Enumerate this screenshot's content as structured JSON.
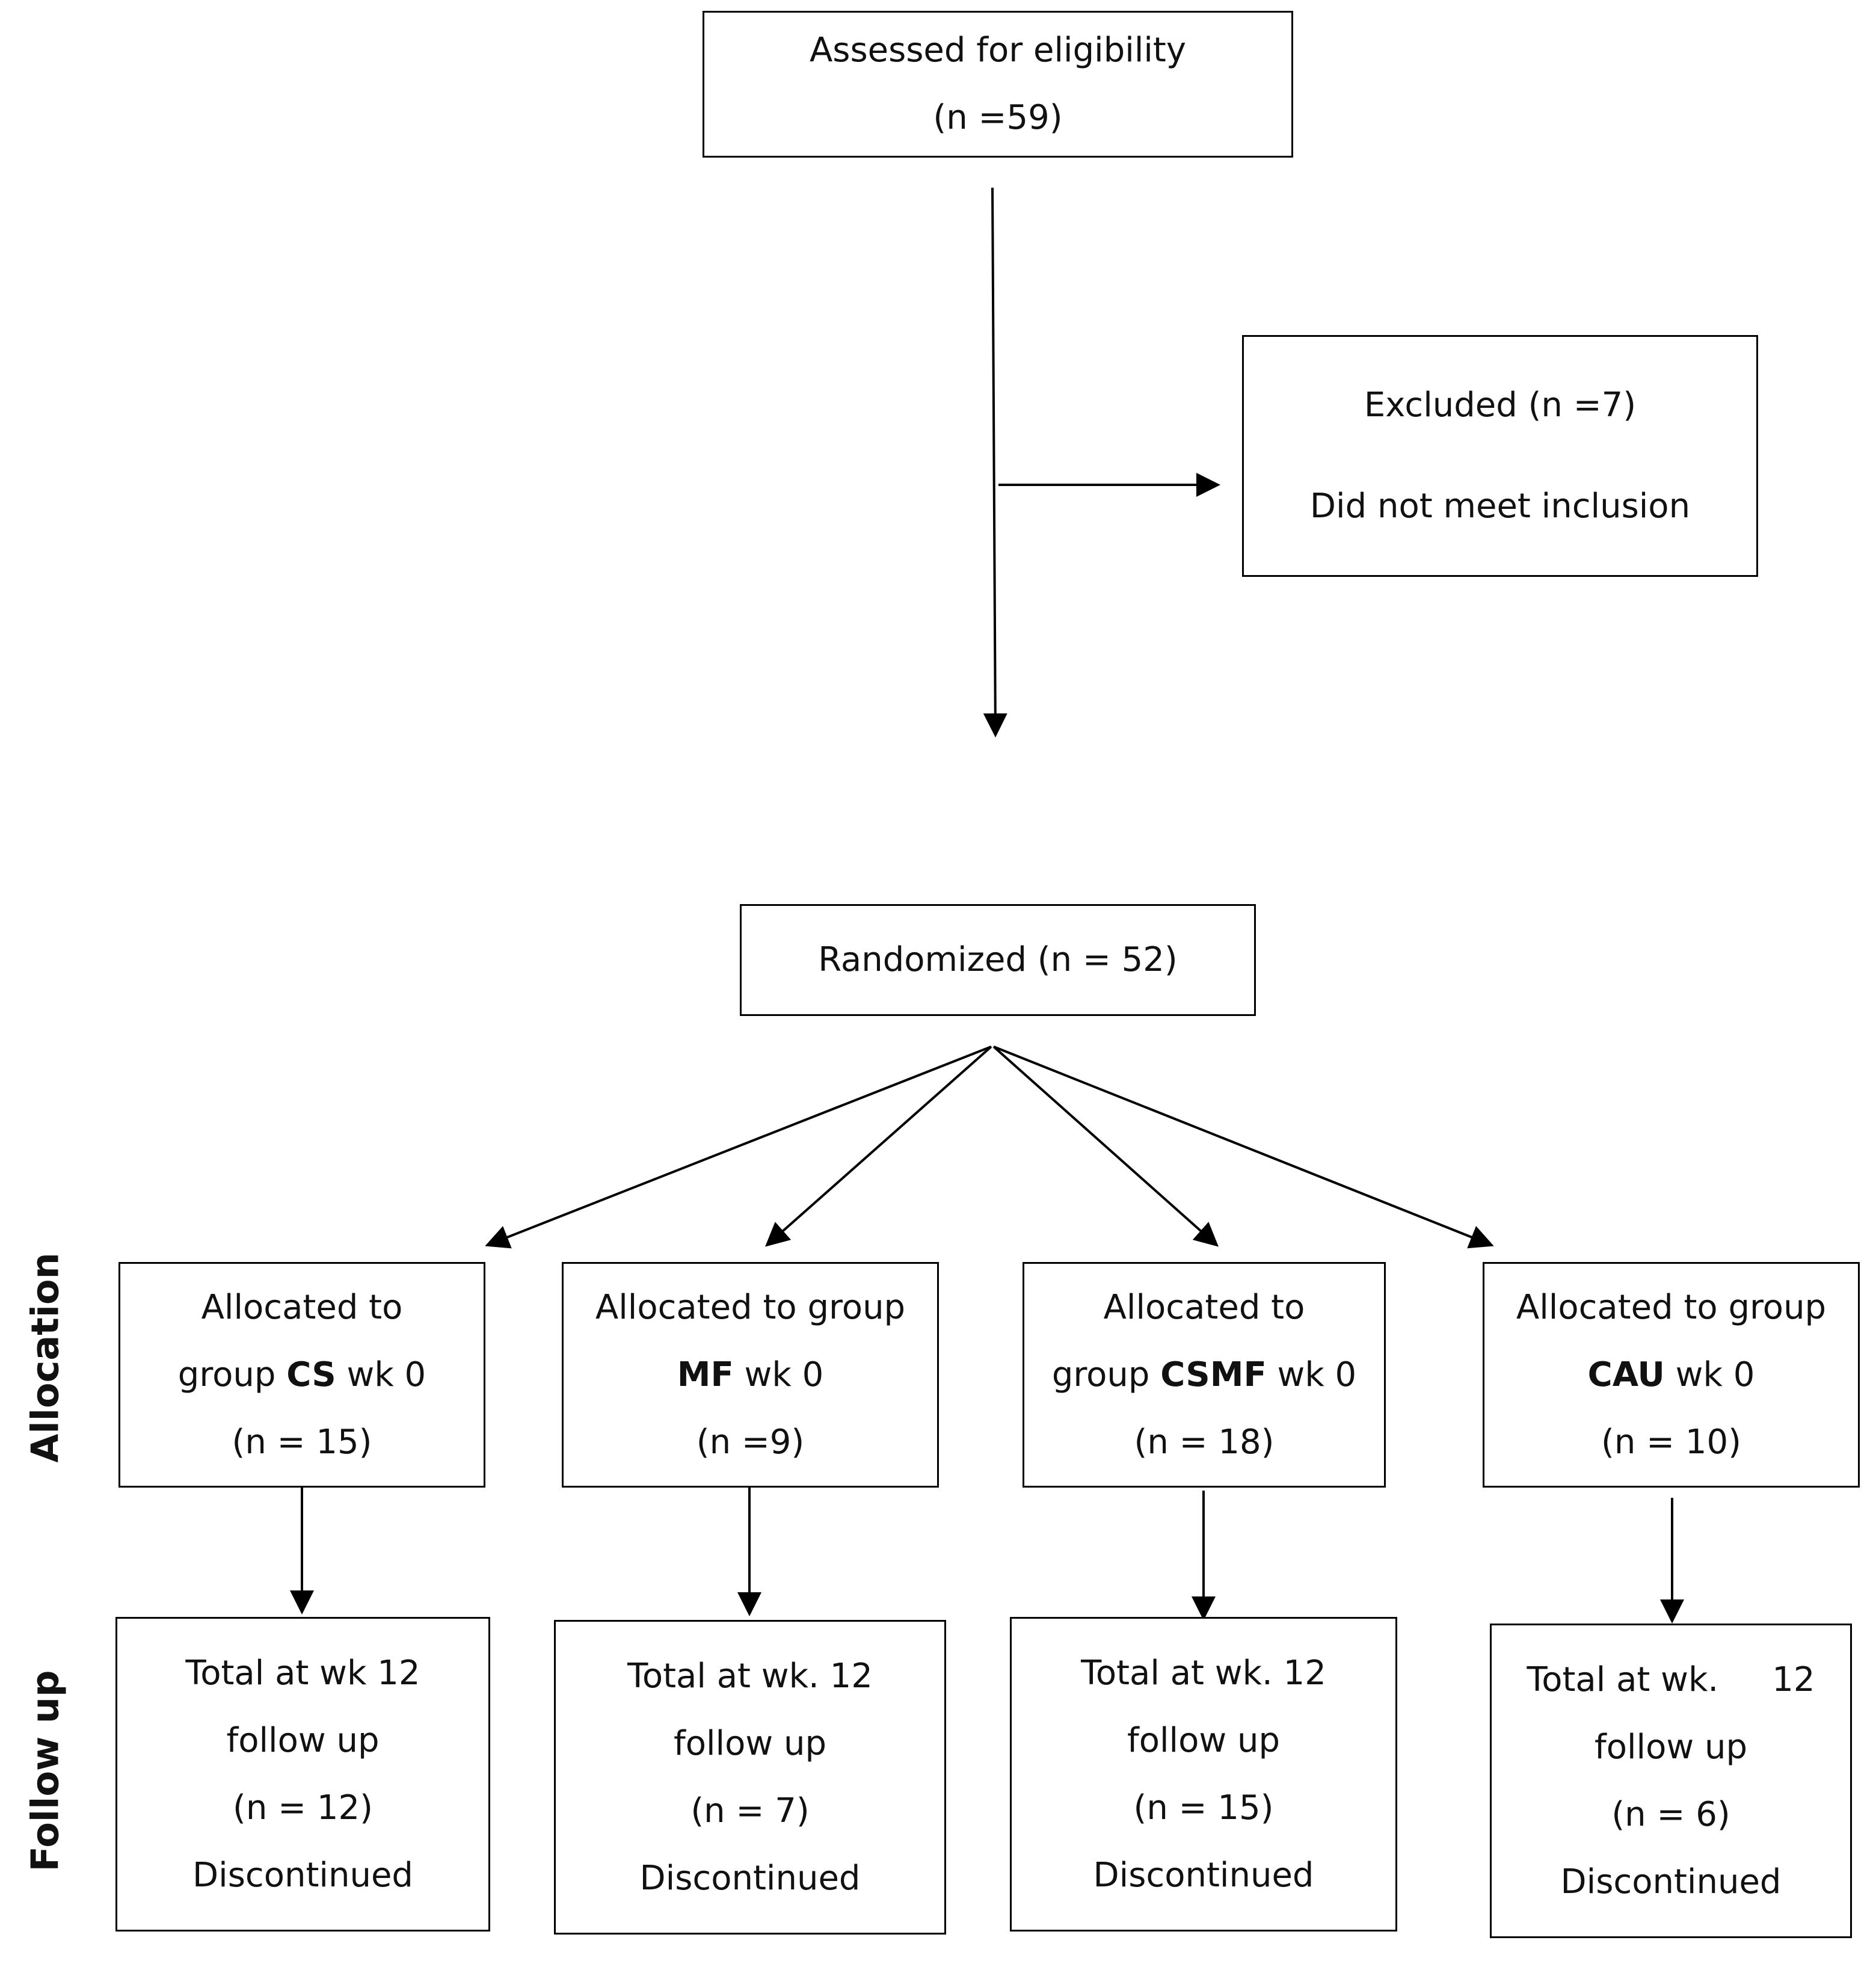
{
  "assessed": {
    "title": "Assessed for eligibility",
    "count": "(n =59)"
  },
  "excluded": {
    "title": "Excluded (n =7)",
    "reason": "Did not meet inclusion"
  },
  "randomized": {
    "label": "Randomized (n = 52)"
  },
  "side_labels": {
    "allocation": "Allocation",
    "follow_up": "Follow up"
  },
  "allocation": [
    {
      "line1": "Allocated to",
      "line2_pre": "group ",
      "group": "CS",
      "line2_post": " wk 0",
      "count": "(n = 15)"
    },
    {
      "line1": "Allocated to group",
      "line2_pre": "",
      "group": "MF",
      "line2_post": " wk 0",
      "count": "(n =9)"
    },
    {
      "line1": "Allocated to",
      "line2_pre": "group ",
      "group": "CSMF",
      "line2_post": " wk 0",
      "count": "(n = 18)"
    },
    {
      "line1": "Allocated to group",
      "line2_pre": "",
      "group": "CAU",
      "line2_post": " wk 0",
      "count": "(n = 10)"
    }
  ],
  "followup": [
    {
      "line1": "Total at wk 12",
      "line2": "follow up",
      "count": "(n = 12)",
      "line4": "Discontinued"
    },
    {
      "line1": "Total at wk. 12",
      "line2": "follow up",
      "count": "(n = 7)",
      "line4": "Discontinued"
    },
    {
      "line1": "Total at wk. 12",
      "line2": "follow up",
      "count": "(n = 15)",
      "line4": "Discontinued"
    },
    {
      "line1": "Total at wk.     12",
      "line2": "follow up",
      "count": "(n = 6)",
      "line4": "Discontinued"
    }
  ]
}
